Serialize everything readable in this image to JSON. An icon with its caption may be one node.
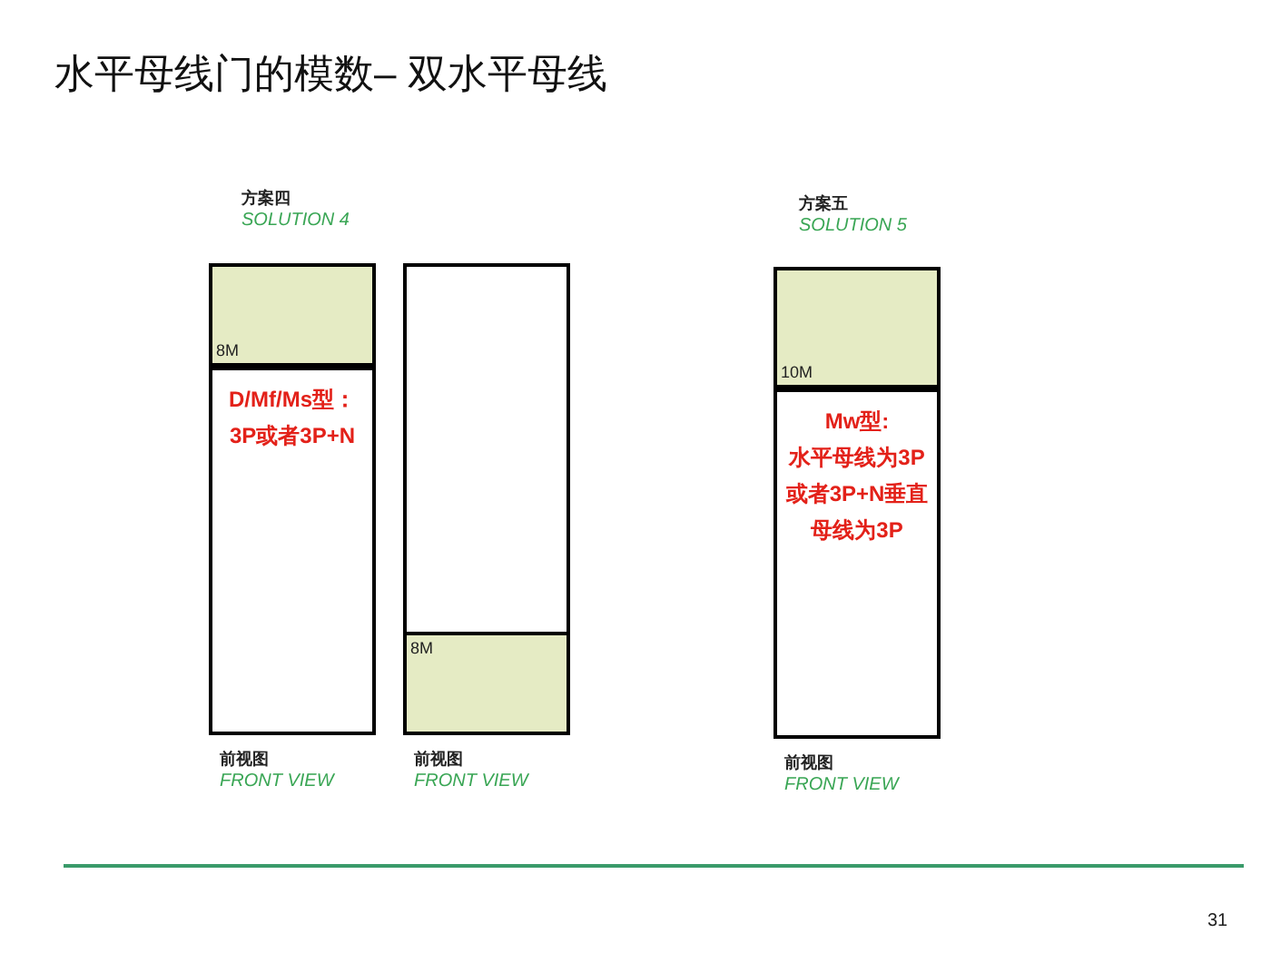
{
  "diagram": {
    "title": "水平母线门的模数– 双水平母线",
    "nodes": [
      {
        "text": [],
        "shape": "box",
        "beside": [
          "前视图",
          "FRONT VIEW"
        ]
      },
      {
        "text": [
          "8M"
        ],
        "in": 0
      },
      {
        "text": [
          "D/Mf/Ms型：",
          "3P或者3P+N"
        ],
        "in": 0
      },
      {
        "text": [],
        "shape": "box",
        "beside": [
          "前视图",
          "FRONT VIEW"
        ]
      },
      {
        "text": [
          "8M"
        ],
        "in": 3
      },
      {
        "text": [],
        "shape": "box",
        "beside": [
          "前视图",
          "FRONT VIEW"
        ]
      },
      {
        "text": [
          "10M"
        ],
        "in": 5
      },
      {
        "text": [
          "Mw型:",
          "水平母线为3P或者3P+N垂直母线为3P"
        ],
        "in": 5
      }
    ],
    "edges": [],
    "labels": [
      "方案四",
      "SOLUTION 4",
      "方案五",
      "SOLUTION 5",
      "31"
    ]
  }
}
